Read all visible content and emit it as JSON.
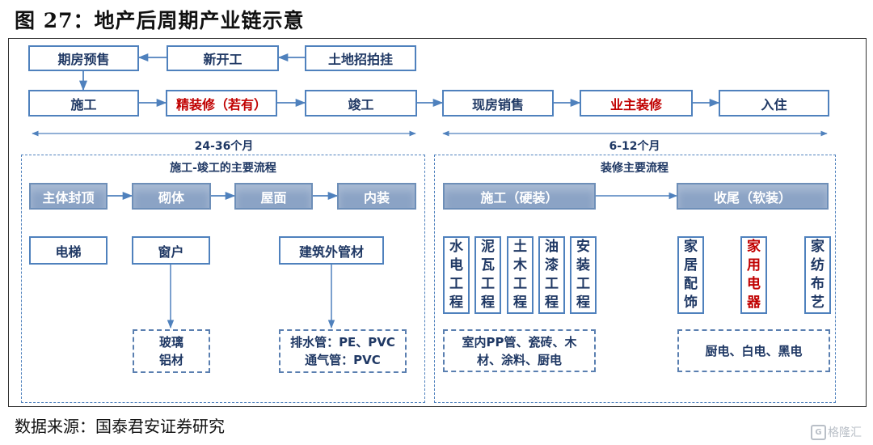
{
  "title": "图 27：地产后周期产业链示意",
  "source": "数据来源：国泰君安证券研究",
  "watermark": "格隆汇",
  "top_flow": {
    "presale": "期房预售",
    "new_start": "新开工",
    "land": "土地招拍挂",
    "construction": "施工",
    "fine_decoration": "精装修（若有）",
    "completion": "竣工",
    "spot_sales": "现房销售",
    "owner_decoration": "业主装修",
    "move_in": "入住"
  },
  "durations": {
    "left": "24-36个月",
    "right": "6-12个月"
  },
  "left_panel": {
    "title": "施工-竣工的主要流程",
    "steps": [
      "主体封顶",
      "砌体",
      "屋面",
      "内装"
    ],
    "items": [
      "电梯",
      "窗户",
      "建筑外管材"
    ],
    "window_detail": "玻璃\n铝材",
    "pipe_detail": "排水管：PE、PVC\n通气管：PVC"
  },
  "right_panel": {
    "title": "装修主要流程",
    "hard": "施工（硬装）",
    "soft": "收尾（软装）",
    "hard_items": [
      "水电工程",
      "泥瓦工程",
      "土木工程",
      "油漆工程",
      "安装工程"
    ],
    "soft_items": [
      "家居配饰",
      "家用电器",
      "家纺布艺"
    ],
    "hard_detail": "室内PP管、瓷砖、木\n材、涂料、厨电",
    "soft_detail": "厨电、白电、黑电"
  },
  "colors": {
    "accent": "#4f81bd",
    "highlight": "#c00000",
    "fill": "#8ba3c5"
  }
}
